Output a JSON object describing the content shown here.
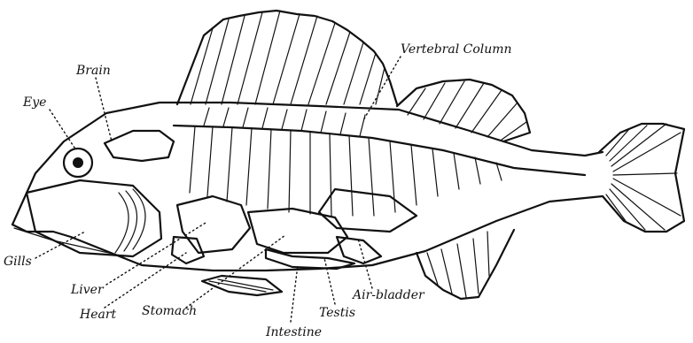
{
  "labels": {
    "brain": "Brain",
    "eye": "Eye",
    "vertebral_column": "Vertebral Column",
    "gills": "Gills",
    "liver": "Liver",
    "heart": "Heart",
    "stomach": "Stomach",
    "intestine": "Intestine",
    "testis": "Testis",
    "air_bladder": "Air-bladder"
  }
}
